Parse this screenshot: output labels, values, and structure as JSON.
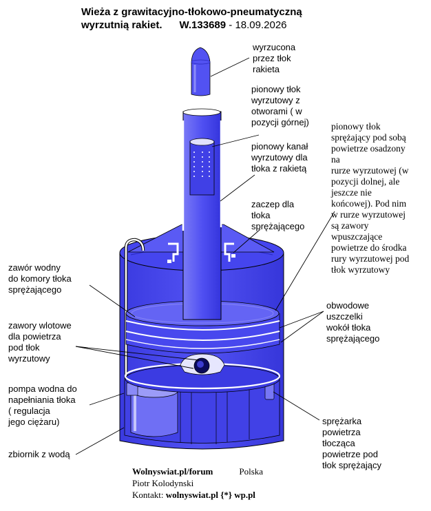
{
  "title": {
    "line1": "Wieża z grawitacyjno-tłokowo-pneumatyczną",
    "line2_bold": "wyrzutnią rakiet.      W.133689",
    "line2_date": " - 18.09.2026"
  },
  "labels": {
    "rakieta": "wyrzucona\nprzez tłok\nrakieta",
    "tlok_wyrzutowy": "pionowy tłok\nwyrzutowy z\notworami  ( w\npozycji górnej)",
    "kanal": "pionowy kanał\nwyrzutowy dla\ntłoka z rakietą",
    "zaczep": "zaczep dla\ntłoka\nsprężającego",
    "tlok_sprezajacy": "pionowy tłok\nsprężający pod sobą\npowietrze osadzony\nna\nrurze wyrzutowej (w\npozycji dolnej, ale\njeszcze nie\nkońcowej). Pod nim\nw rurze wyrzutowej\nsą zawory\nwpuszczające\npowietrze do środka\nrury wyrzutowej pod\ntłok wyrzutowy",
    "zawor_wodny": "zawór wodny\ndo komory tłoka\nsprężającego",
    "zawory_wlotowe": "zawory wlotowe\ndla powietrza\npod tłok\nwyrzutowy",
    "uszczelki": "obwodowe\nuszczelki\nwokół tłoka\nsprężającego",
    "pompa": "pompa wodna do\nnapełniania tłoka\n( regulacja\njego ciężaru)",
    "sprezarka": "sprężarka\npowietrza\ntłocząca\npowietrze pod\ntłok sprężający",
    "zbiornik": "zbiornik z wodą"
  },
  "footer": {
    "site": "Wolnyswiat.pl/forum",
    "country": "Polska",
    "author": "Piotr Kolodynski",
    "contact_prefix": "Kontakt: ",
    "contact_email": "wolnyswiat.pl {*} wp.pl"
  },
  "colors": {
    "body_fill": "#4a4af2",
    "body_dark": "#2f2fd0",
    "body_light": "#8a8af7",
    "pale": "#dcdcfd",
    "outline": "#000000"
  }
}
